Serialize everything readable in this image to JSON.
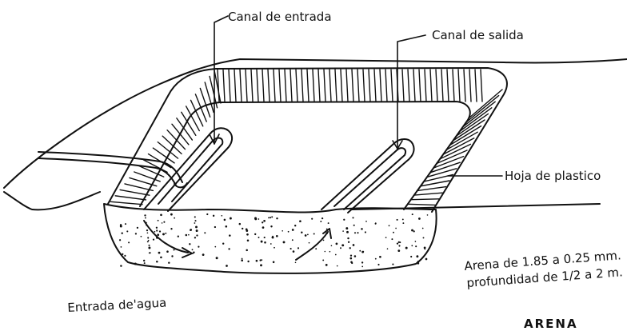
{
  "labels": {
    "inlet_channel": "Canal de entrada",
    "outlet_channel": "Canal de salida",
    "plastic_sheet": "Hoja de plastico",
    "sand_size": "Arena de 1.85 a 0.25 mm.",
    "sand_depth": "profundidad de 1/2 a 2 m.",
    "water_inlet": "Entrada de'agua",
    "cut_caption": "ARENA"
  },
  "colors": {
    "ink": "#111111",
    "background": "#ffffff"
  }
}
